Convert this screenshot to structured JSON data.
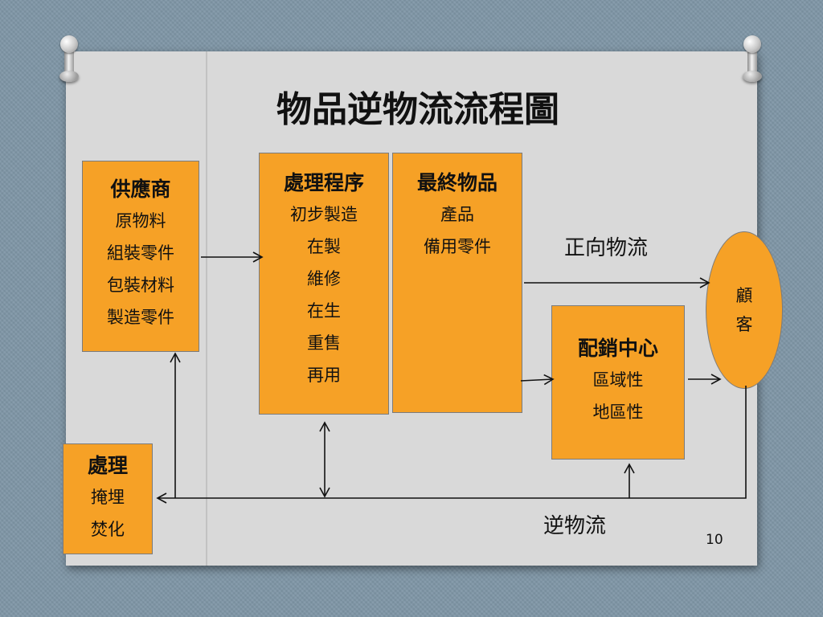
{
  "title": "物品逆物流流程圖",
  "supplier": {
    "heading": "供應商",
    "items": [
      "原物料",
      "組裝零件",
      "包裝材料",
      "製造零件"
    ]
  },
  "processing": {
    "heading": "處理程序",
    "items": [
      "初步製造",
      "在製",
      "維修",
      "在生",
      "重售",
      "再用"
    ]
  },
  "final_goods": {
    "heading": "最終物品",
    "items": [
      "產品",
      "備用零件"
    ]
  },
  "distribution": {
    "heading": "配銷中心",
    "items": [
      "區域性",
      "地區性"
    ]
  },
  "disposal": {
    "heading": "處理",
    "items": [
      "掩埋",
      "焚化"
    ]
  },
  "customer": {
    "lines": [
      "顧",
      "客"
    ]
  },
  "labels": {
    "forward_flow": "正向物流",
    "reverse_flow": "逆物流"
  },
  "page_number": "10",
  "colors": {
    "box_fill": "#f6a126",
    "slide_bg": "#d9d9d9",
    "outer_bg": "#7f96a6"
  }
}
